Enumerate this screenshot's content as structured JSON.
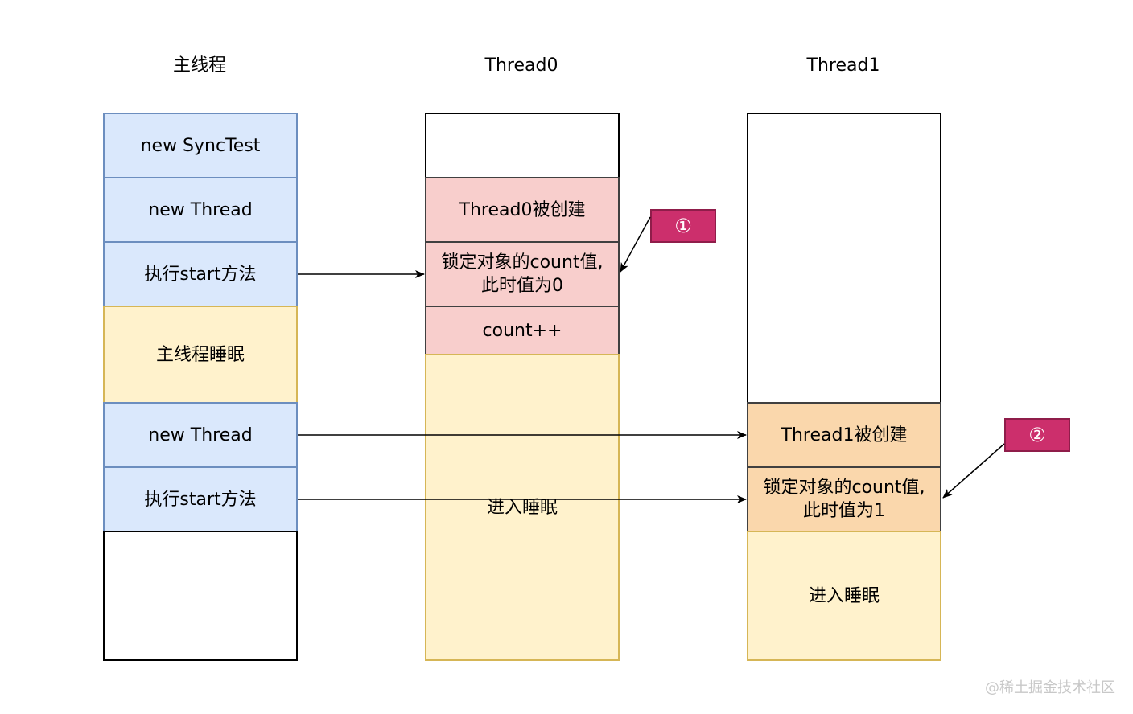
{
  "columns": {
    "main": {
      "title": "主线程"
    },
    "thread0": {
      "title": "Thread0"
    },
    "thread1": {
      "title": "Thread1"
    }
  },
  "main_blocks": {
    "new_synctest": "new SyncTest",
    "new_thread_1": "new Thread",
    "start_1": "执行start方法",
    "sleep": "主线程睡眠",
    "new_thread_2": "new Thread",
    "start_2": "执行start方法"
  },
  "thread0_blocks": {
    "created": "Thread0被创建",
    "lock": "锁定对象的count值,\n此时值为0",
    "increment": "count++",
    "sleep": "进入睡眠"
  },
  "thread1_blocks": {
    "created": "Thread1被创建",
    "lock": "锁定对象的count值,\n此时值为1",
    "sleep": "进入睡眠"
  },
  "markers": {
    "one": "①",
    "two": "②"
  },
  "colors": {
    "main_fill": "#dae8fc",
    "sleep_fill": "#fff2cc",
    "thread0_fill": "#f8cecc",
    "thread1_fill": "#fad7ac",
    "marker_fill": "#cc2f6c"
  },
  "watermark": "@稀土掘金技术社区"
}
